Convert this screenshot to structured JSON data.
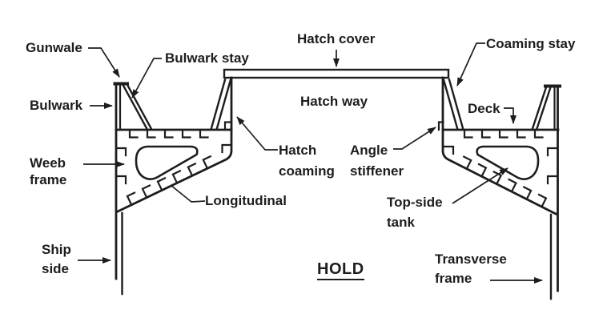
{
  "colors": {
    "ink": "#1d1d1d",
    "paper": "#ffffff"
  },
  "labels": {
    "gunwale": {
      "text": "Gunwale"
    },
    "bulwark_stay": {
      "text": "Bulwark stay"
    },
    "hatch_cover": {
      "text": "Hatch cover"
    },
    "coaming_stay": {
      "text": "Coaming stay"
    },
    "bulwark": {
      "text": "Bulwark"
    },
    "hatch_way": {
      "text": "Hatch way"
    },
    "deck": {
      "text": "Deck"
    },
    "hatch_coaming": {
      "line1": "Hatch",
      "line2": "coaming"
    },
    "angle_stiffener": {
      "line1": "Angle",
      "line2": "stiffener"
    },
    "web_frame": {
      "line1": "Weeb",
      "line2": "frame"
    },
    "longitudinal": {
      "text": "Longitudinal"
    },
    "top_side_tank": {
      "line1": "Top-side",
      "line2": "tank"
    },
    "ship_side": {
      "line1": "Ship",
      "line2": "side"
    },
    "hold": {
      "text": "HOLD"
    },
    "transverse_frame": {
      "line1": "Transverse",
      "line2": "frame"
    }
  }
}
